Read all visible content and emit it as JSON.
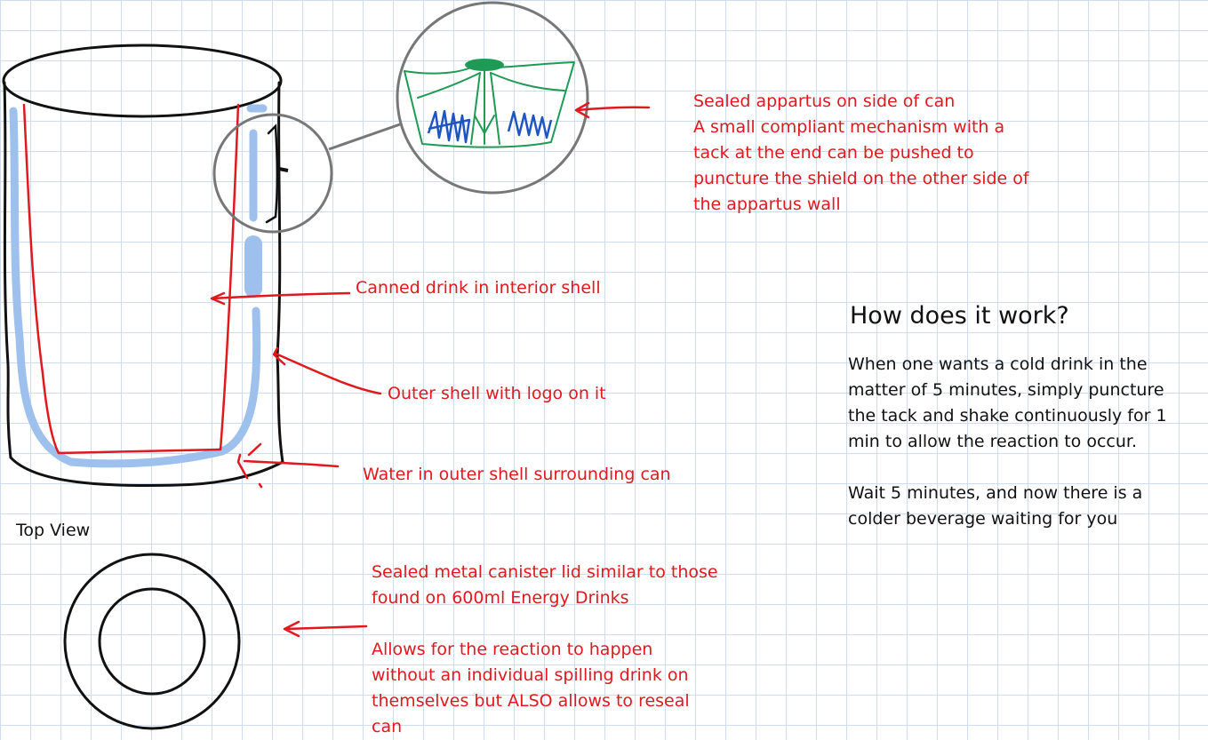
{
  "notes": {
    "apparatus": [
      "Sealed appartus on side of can",
      "A small compliant mechanism with a",
      "tack at the end can be pushed to",
      "puncture the shield on the other side of",
      "the appartus wall"
    ],
    "canned_drink": "Canned drink in interior shell",
    "outer_shell": "Outer shell with logo on it",
    "water": "Water in outer shell surrounding can",
    "lid": [
      "Sealed metal canister lid similar to those",
      "found on 600ml Energy Drinks",
      "",
      "Allows for the reaction to happen",
      "without an individual spilling drink on",
      "themselves but ALSO allows to reseal",
      "can"
    ]
  },
  "how": {
    "title": "How does it work?",
    "lines": [
      "When one wants a cold drink in the",
      "matter of 5 minutes, simply puncture",
      "the tack and shake continuously for 1",
      "min to allow the reaction to occur.",
      "",
      "Wait 5 minutes, and now there is a",
      "colder beverage waiting for you"
    ]
  },
  "top_view_label": "Top View",
  "colors": {
    "annotation_red": "#e0191e",
    "water_blue": "#9ec0ec",
    "mechanism_green": "#1f9a55",
    "scribble_blue": "#1f55c0",
    "magnifier_gray": "#777777",
    "grid": "#cfdcee"
  }
}
